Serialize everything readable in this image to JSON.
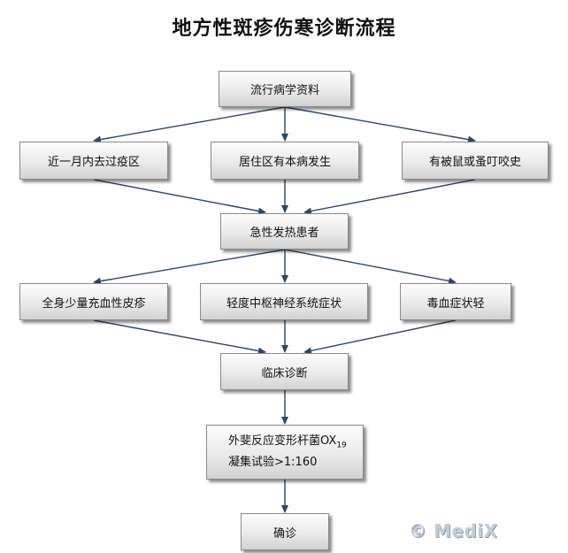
{
  "title": "地方性斑疹伤寒诊断流程",
  "nodes": {
    "epi": "流行病学资料",
    "epi_1": "近一月内去过疫区",
    "epi_2": "居住区有本病发生",
    "epi_3": "有被鼠或蚤叮咬史",
    "fever": "急性发热患者",
    "sym_1": "全身少量充血性皮疹",
    "sym_2": "轻度中枢神经系统症状",
    "sym_3": "毒血症状轻",
    "clinical": "临床诊断",
    "weil_felix_line1": "外斐反应变形杆菌OX",
    "weil_felix_sub": "19",
    "weil_felix_line2": "凝集试验>1:160",
    "confirm": "确诊"
  },
  "watermark": "© MediX"
}
